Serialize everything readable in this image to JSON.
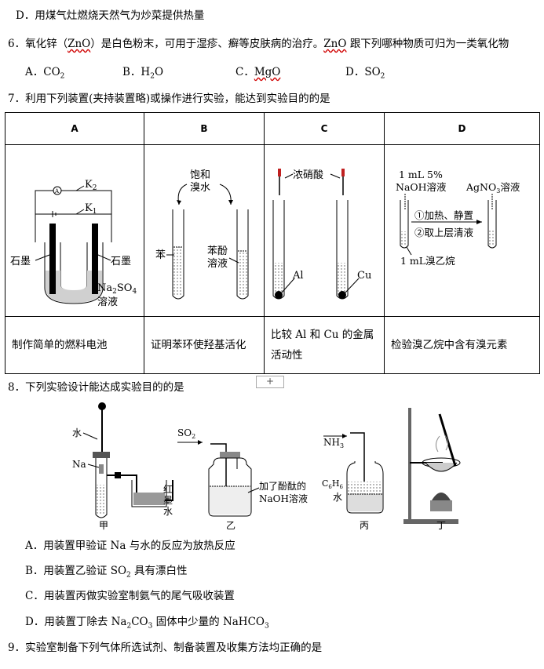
{
  "q5": {
    "option_d": "D．用煤气灶燃烧天然气为炒菜提供热量"
  },
  "q6": {
    "stem_pre": "6．氧化锌（",
    "zno": "ZnO",
    "stem_mid": "）是白色粉末，可用于湿疹、癣等皮肤病的治疗。",
    "stem_post": " 跟下列哪种物质可归为一类氧化物",
    "options": [
      {
        "label": "A．",
        "main": "CO",
        "sub": "2"
      },
      {
        "label": "B．",
        "main": "H",
        "sub": "2",
        "tail": "O"
      },
      {
        "label": "C．",
        "main": "MgO"
      },
      {
        "label": "D．",
        "main": "SO",
        "sub": "2"
      }
    ]
  },
  "q7": {
    "stem": "7．利用下列装置(夹持装置略)或操作进行实验，能达到实验目的的是",
    "headers": [
      "A",
      "B",
      "C",
      "D"
    ],
    "goals": [
      "制作简单的燃料电池",
      "证明苯环使羟基活化",
      "比较 Al 和 Cu 的金属活动性",
      "检验溴乙烷中含有溴元素"
    ],
    "fig_a": {
      "k2": "K",
      "k2s": "2",
      "k1": "K",
      "k1s": "1",
      "meter": "A",
      "left": "石墨",
      "right": "石墨",
      "sol1": "Na",
      "sol1s": "2",
      "sol1t": "SO",
      "sol1u": "4",
      "sol2": "溶液"
    },
    "fig_b": {
      "top1": "饱和",
      "top2": "溴水",
      "left": "苯",
      "right1": "苯酚",
      "right2": "溶液"
    },
    "fig_c": {
      "top": "浓硝酸",
      "m1": "Al",
      "m2": "Cu"
    },
    "fig_d": {
      "l1": "1 mL  5%",
      "l2": "NaOH溶液",
      "r1": "AgNO",
      "r1s": "3",
      "r1t": "溶液",
      "s1": "①加热、静置",
      "s2": "②取上层清液",
      "bot": "1 mL溴乙烷"
    }
  },
  "q8": {
    "stem": "8．下列实验设计能达成实验目的的是",
    "plus": "+",
    "fig_jia": {
      "water": "水",
      "na": "Na",
      "ink1": "红",
      "ink2": "墨",
      "ink3": "水",
      "name": "甲"
    },
    "fig_yi": {
      "gas": "SO",
      "gass": "2",
      "l1": "加了酚酞的",
      "l2": "NaOH溶液",
      "name": "乙"
    },
    "fig_bing": {
      "gas": "NH",
      "gass": "3",
      "c6": "C",
      "c6a": "6",
      "c6b": "H",
      "c6c": "6",
      "water": "水",
      "name": "丙"
    },
    "fig_ding": {
      "name": "丁"
    },
    "options": [
      {
        "text": "A．用装置甲验证 Na 与水的反应为放热反应"
      },
      {
        "pre": "B．用装置乙验证 SO",
        "sub": "2",
        "post": " 具有漂白性"
      },
      {
        "text": "C．用装置丙做实验室制氨气的尾气吸收装置"
      },
      {
        "pre": "D．用装置丁除去 Na",
        "sub": "2",
        "mid": "CO",
        "sub2": "3",
        "post": " 固体中少量的 NaHCO",
        "sub3": "3"
      }
    ]
  },
  "q9": {
    "stem": "9．实验室制备下列气体所选试剂、制备装置及收集方法均正确的是"
  }
}
